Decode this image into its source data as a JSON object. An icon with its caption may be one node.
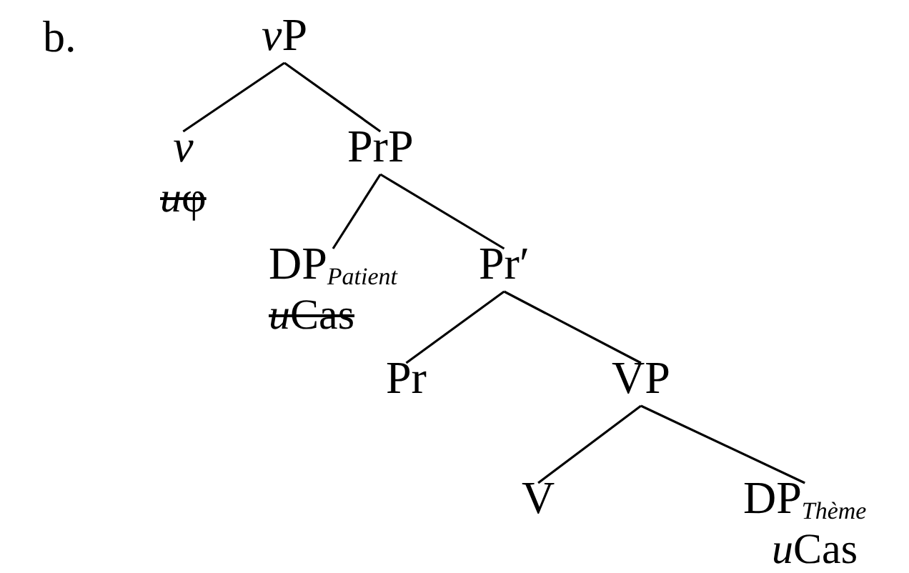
{
  "diagram": {
    "nodes": [
      {
        "text": [
          "vP"
        ]
      },
      {
        "text": [
          "v",
          "uφ"
        ]
      },
      {
        "text": [
          "PrP"
        ]
      },
      {
        "text": [
          "DP$_{Patient}$",
          "uCas"
        ]
      },
      {
        "text": [
          "Pr′"
        ]
      },
      {
        "text": [
          "Pr"
        ]
      },
      {
        "text": [
          "VP"
        ]
      },
      {
        "text": [
          "V"
        ]
      },
      {
        "text": [
          "DP$_{Thème}$",
          "uCas"
        ]
      }
    ],
    "edges": [
      {
        "from": 0,
        "to": 1,
        "arrow": "none"
      },
      {
        "from": 0,
        "to": 2,
        "arrow": "none"
      },
      {
        "from": 2,
        "to": 3,
        "arrow": "none"
      },
      {
        "from": 2,
        "to": 4,
        "arrow": "none"
      },
      {
        "from": 4,
        "to": 5,
        "arrow": "none"
      },
      {
        "from": 4,
        "to": 6,
        "arrow": "none"
      },
      {
        "from": 6,
        "to": 7,
        "arrow": "none"
      },
      {
        "from": 6,
        "to": 8,
        "arrow": "none"
      }
    ],
    "labels": [
      "b."
    ]
  }
}
